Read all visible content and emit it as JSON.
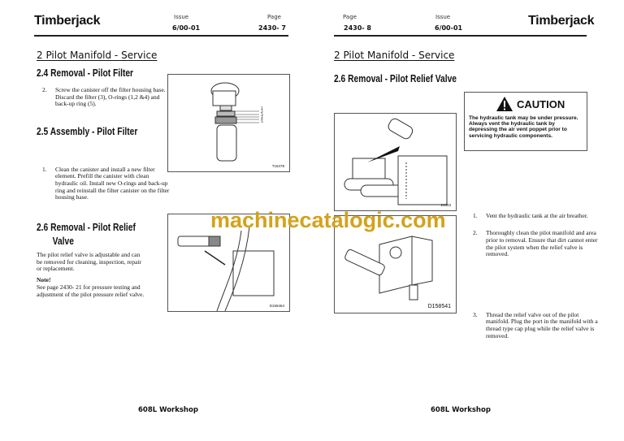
{
  "left": {
    "brand": "Timberjack",
    "issue_label": "Issue",
    "issue": "6/00-01",
    "page_label": "Page",
    "page": "2430- 7",
    "section": "2  Pilot Manifold - Service",
    "s24_title": "2.4  Removal - Pilot Filter",
    "s24_num": "2.",
    "s24_text": "Screw the canister off the filter housing base.  Discard the filter (3), O-rings (1,2 &4) and back-up ring (5).",
    "s25_title": "2.5  Assembly - Pilot Filter",
    "s25_num": "1.",
    "s25_text": "Clean the canister and install a new filter element.  Prefill the canister with clean hydraulic oil.  Install new O-rings and back-up ring and reinstall the filter canister on the filter housing base.",
    "s26_title_1": "2.6  Removal - Pilot Relief",
    "s26_title_2": "Valve",
    "s26_text": "The pilot relief valve is adjustable and can be removed for cleaning, inspection, repair or replacement.",
    "note_label": "Note!",
    "note_text": "See page 2430- 21 for pressure testing and adjustment of the pilot pressure relief valve.",
    "fig1_id": "T18478",
    "fig1_callouts": [
      "1",
      "2",
      "3",
      "4",
      "5"
    ],
    "fig2_id": "D158464",
    "footer": "608L Workshop"
  },
  "right": {
    "brand": "Timberjack",
    "issue_label": "Issue",
    "issue": "6/00-01",
    "page_label": "Page",
    "page": "2430- 8",
    "section": "2  Pilot Manifold - Service",
    "s26_title": "2.6  Removal - Pilot Relief Valve",
    "caution_title": "CAUTION",
    "caution_text": "The hydraulic tank may be under pressure. Always vent the hydraulic tank by depressing the air vent poppet prior to servicing hydraulic components.",
    "steps": [
      {
        "num": "1.",
        "text": "Vent the hydraulic tank at the air breather."
      },
      {
        "num": "2.",
        "text": "Thoroughly clean the pilot manifold and area prior to removal.  Ensure that dirt cannot enter the pilot system when the relief valve is removed."
      },
      {
        "num": "3.",
        "text": "Thread the relief valve out of the pilot manifold.  Plug the port in the manifold with a thread type cap plug while the relief valve is removed."
      }
    ],
    "fig1_id": "24003",
    "fig2_id": "D158541",
    "footer": "608L Workshop"
  },
  "watermark": "machinecatalogic.com"
}
